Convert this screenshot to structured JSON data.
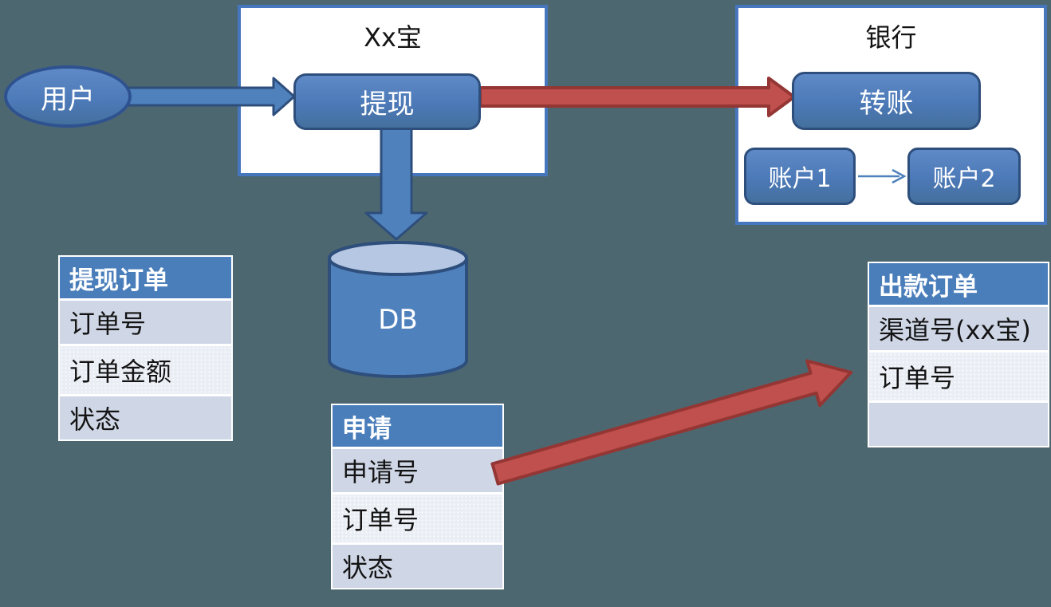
{
  "colors": {
    "background": "#4D6770",
    "node_fill": "#4F81BD",
    "node_border": "#2E4E7C",
    "container_border": "#4677BE",
    "arrow_blue": "#4F81BD",
    "arrow_red": "#C0504D",
    "arrow_red_border": "#943634",
    "table_header_bg": "#4A7EBB",
    "row_band_dark": "#CFD6E6",
    "row_band_light": "#E9EDF4",
    "db_top_fill": "#B6C7E3"
  },
  "nodes": {
    "user": {
      "label": "用户"
    },
    "xxbao_container": {
      "title": "Xx宝"
    },
    "withdraw": {
      "label": "提现"
    },
    "bank_container": {
      "title": "银行"
    },
    "transfer": {
      "label": "转账"
    },
    "account1": {
      "label": "账户1"
    },
    "account2": {
      "label": "账户2"
    },
    "db": {
      "label": "DB"
    }
  },
  "tables": {
    "withdraw_order": {
      "header": "提现订单",
      "rows": [
        "订单号",
        "订单金额",
        "状态"
      ]
    },
    "application": {
      "header": "申请",
      "rows": [
        "申请号",
        "订单号",
        "状态"
      ]
    },
    "payout_order": {
      "header": "出款订单",
      "rows": [
        "渠道号(xx宝)",
        "订单号",
        ""
      ]
    }
  },
  "arrows": [
    {
      "name": "user-to-withdraw",
      "style": "thick-blue"
    },
    {
      "name": "withdraw-to-transfer",
      "style": "thick-red"
    },
    {
      "name": "withdraw-to-db",
      "style": "thick-blue"
    },
    {
      "name": "application-to-payout-order",
      "style": "thick-red"
    },
    {
      "name": "account1-to-account2",
      "style": "thin-blue"
    }
  ]
}
